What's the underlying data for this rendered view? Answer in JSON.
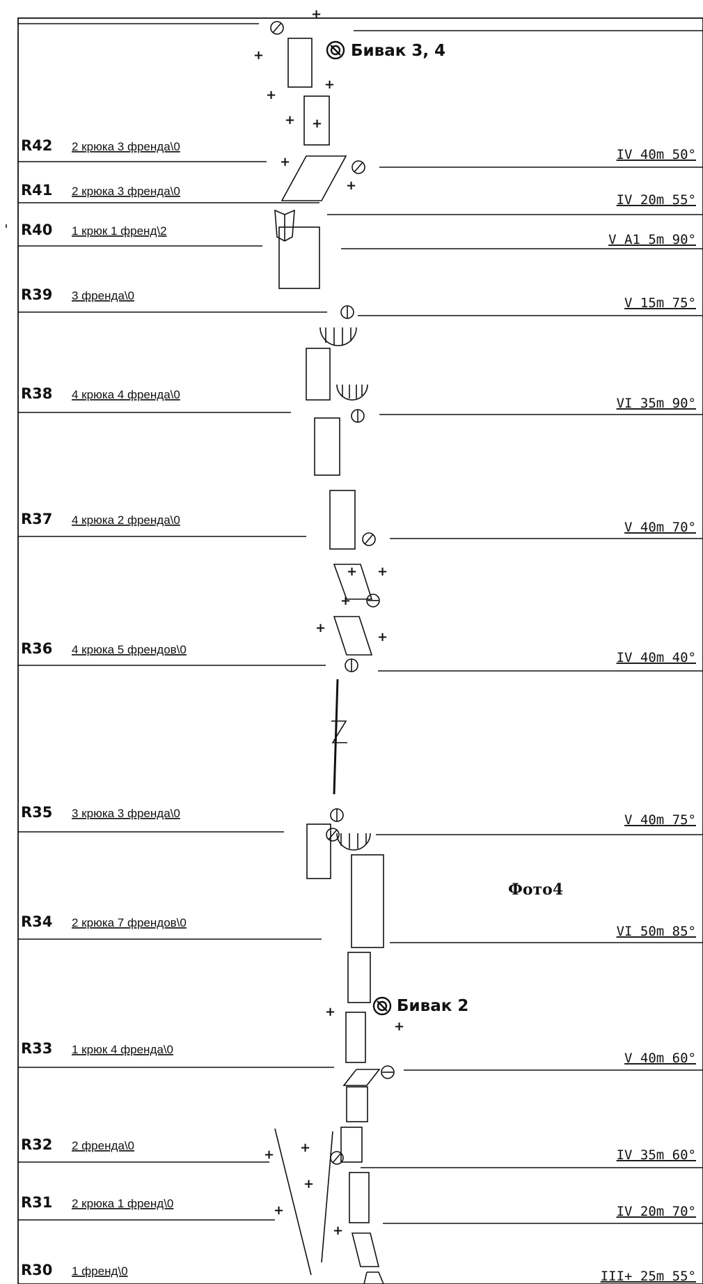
{
  "pitches": [
    {
      "id": "R42",
      "gear": "2 крюка 3 френда\\0",
      "grade": "IV 40m 50°"
    },
    {
      "id": "R41",
      "gear": "2 крюка 3 френда\\0",
      "grade": "IV 20m 55°"
    },
    {
      "id": "R40",
      "gear": "1 крюк 1 френд\\2",
      "grade": "V A1 5m 90°"
    },
    {
      "id": "R39",
      "gear": "3 френда\\0",
      "grade": "V 15m 75°"
    },
    {
      "id": "R38",
      "gear": "4 крюка 4 френда\\0",
      "grade": "VI 35m 90°"
    },
    {
      "id": "R37",
      "gear": "4 крюка 2 френда\\0",
      "grade": "V 40m 70°"
    },
    {
      "id": "R36",
      "gear": "4 крюка 5 френдов\\0",
      "grade": "IV 40m 40°"
    },
    {
      "id": "R35",
      "gear": "3 крюка 3 френда\\0",
      "grade": "V 40m 75°"
    },
    {
      "id": "R34",
      "gear": "2 крюка 7 френдов\\0",
      "grade": "VI 50m 85°"
    },
    {
      "id": "R33",
      "gear": "1 крюк 4 френда\\0",
      "grade": "V 40m 60°"
    },
    {
      "id": "R32",
      "gear": "2 френда\\0",
      "grade": "IV 35m 60°"
    },
    {
      "id": "R31",
      "gear": "2 крюка 1 френд\\0",
      "grade": "IV 20m 70°"
    },
    {
      "id": "R30",
      "gear": "1 френд\\0",
      "grade": "III+ 25m 55°"
    }
  ],
  "bivouacs": [
    {
      "label": "Бивак 3, 4"
    },
    {
      "label": "Бивак 2"
    }
  ],
  "photo_label": "Фото4"
}
